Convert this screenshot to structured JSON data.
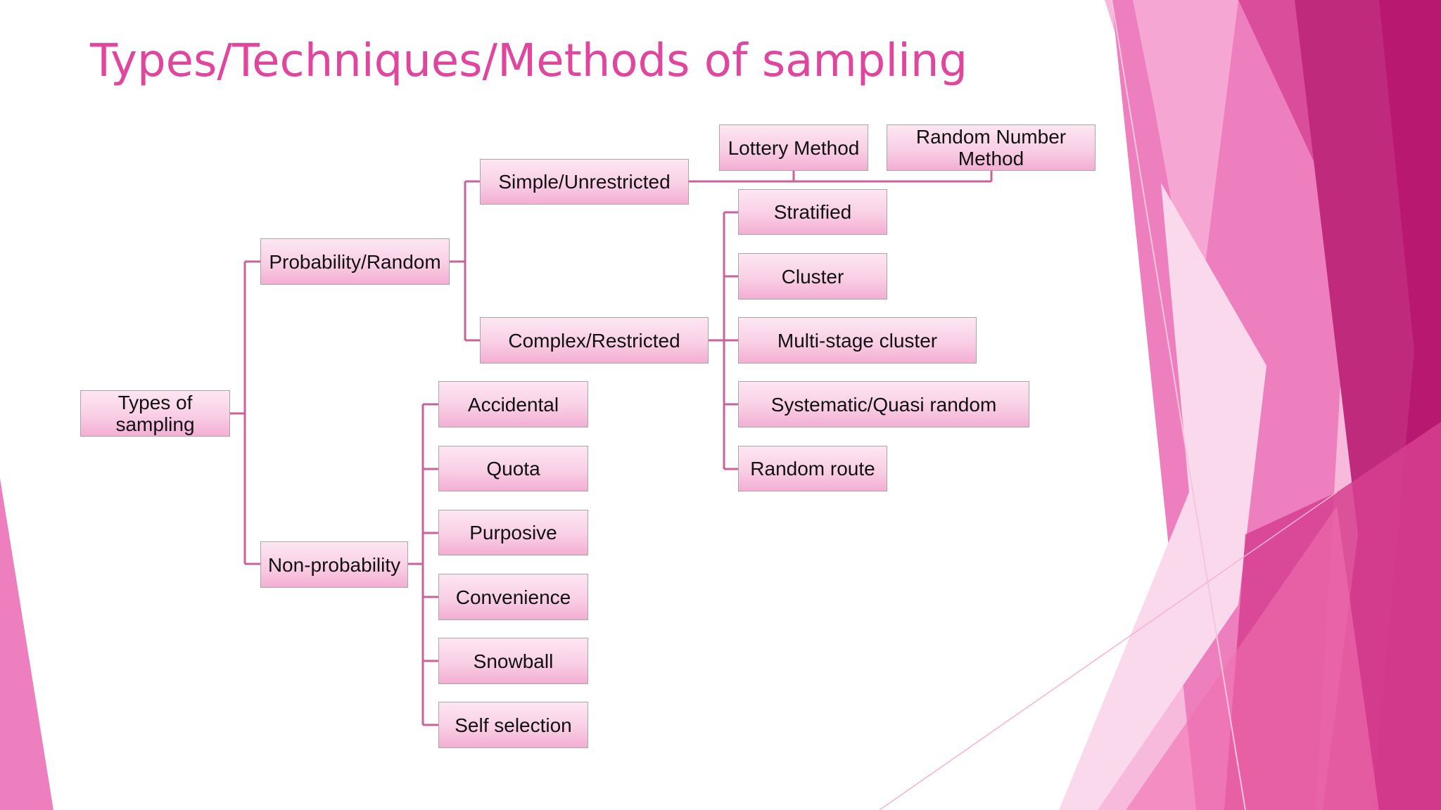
{
  "slide": {
    "title": "Types/Techniques/Methods of sampling",
    "colors": {
      "title": "#e0469e",
      "connector": "#c9629a",
      "node_fill_top": "#fde6f2",
      "node_fill_bottom": "#f3aed3",
      "node_border": "#a8a8a8",
      "accent_magenta": "#b8186f",
      "accent_pink": "#ee7fbf"
    }
  },
  "diagram": {
    "root": "Types of\nsampling",
    "probability": "Probability/Random",
    "non_probability": "Non-probability",
    "simple": "Simple/Unrestricted",
    "complex": "Complex/Restricted",
    "simple_methods": [
      "Lottery Method",
      "Random Number\nMethod"
    ],
    "complex_methods": [
      "Stratified",
      "Cluster",
      "Multi-stage cluster",
      "Systematic/Quasi random",
      "Random route"
    ],
    "non_probability_methods": [
      "Accidental",
      "Quota",
      "Purposive",
      "Convenience",
      "Snowball",
      "Self selection"
    ]
  }
}
